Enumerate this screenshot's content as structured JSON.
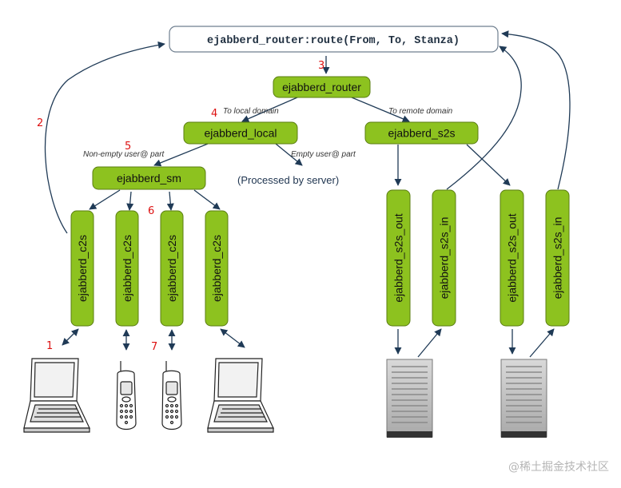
{
  "router_call": "ejabberd_router:route(From, To, Stanza)",
  "nodes": {
    "router": "ejabberd_router",
    "local": "ejabberd_local",
    "s2s": "ejabberd_s2s",
    "sm": "ejabberd_sm",
    "c2s": "ejabberd_c2s",
    "s2s_out": "ejabberd_s2s_out",
    "s2s_in": "ejabberd_s2s_in"
  },
  "edge_labels": {
    "to_local": "To local domain",
    "to_remote": "To remote domain",
    "non_empty": "Non-empty user@ part",
    "empty": "Empty user@ part"
  },
  "processed_note": "(Processed by server)",
  "steps": [
    "1",
    "2",
    "3",
    "4",
    "5",
    "6",
    "7"
  ],
  "watermark": "@稀土掘金技术社区",
  "colors": {
    "node_fill": "#8dc21f",
    "node_border": "#5a7d12",
    "arrow": "#1f3a56",
    "step_number": "#d11111"
  }
}
